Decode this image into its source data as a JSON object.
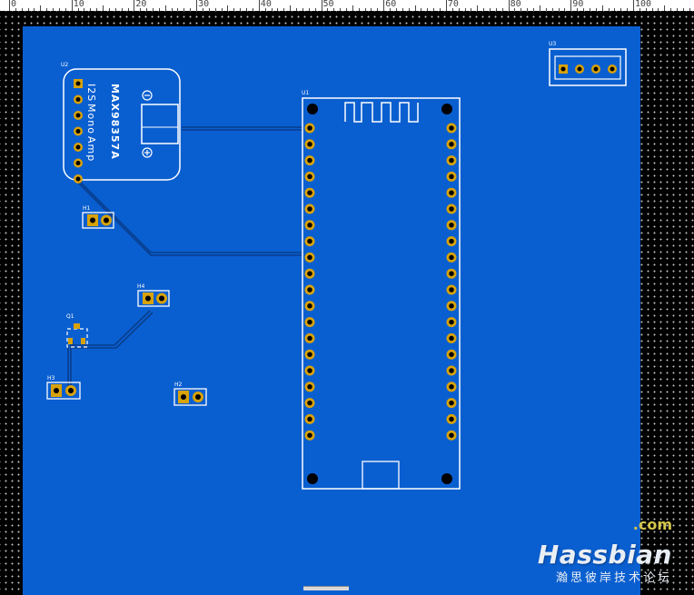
{
  "ruler": {
    "labels": [
      "0",
      "10",
      "20",
      "30",
      "40",
      "50",
      "60",
      "70",
      "80",
      "90",
      "100"
    ]
  },
  "components": {
    "u2": {
      "ref": "U2",
      "name": "MAX98357A",
      "desc1": "I2S",
      "desc2": "Mono",
      "desc3": "Amp"
    },
    "u1": {
      "ref": "U1"
    },
    "u3": {
      "ref": "U3"
    },
    "h1": {
      "ref": "H1"
    },
    "h2": {
      "ref": "H2"
    },
    "h3": {
      "ref": "H3"
    },
    "h4": {
      "ref": "H4"
    },
    "q1": {
      "ref": "Q1"
    }
  },
  "logo": {
    "com": ".com",
    "main": "Hassbian",
    "sub": "瀚思彼岸技术论坛"
  },
  "colors": {
    "board": "#0a5fd0",
    "pad": "#d8a20a",
    "silkscreen": "#ffffff",
    "trace": "#073b86"
  }
}
